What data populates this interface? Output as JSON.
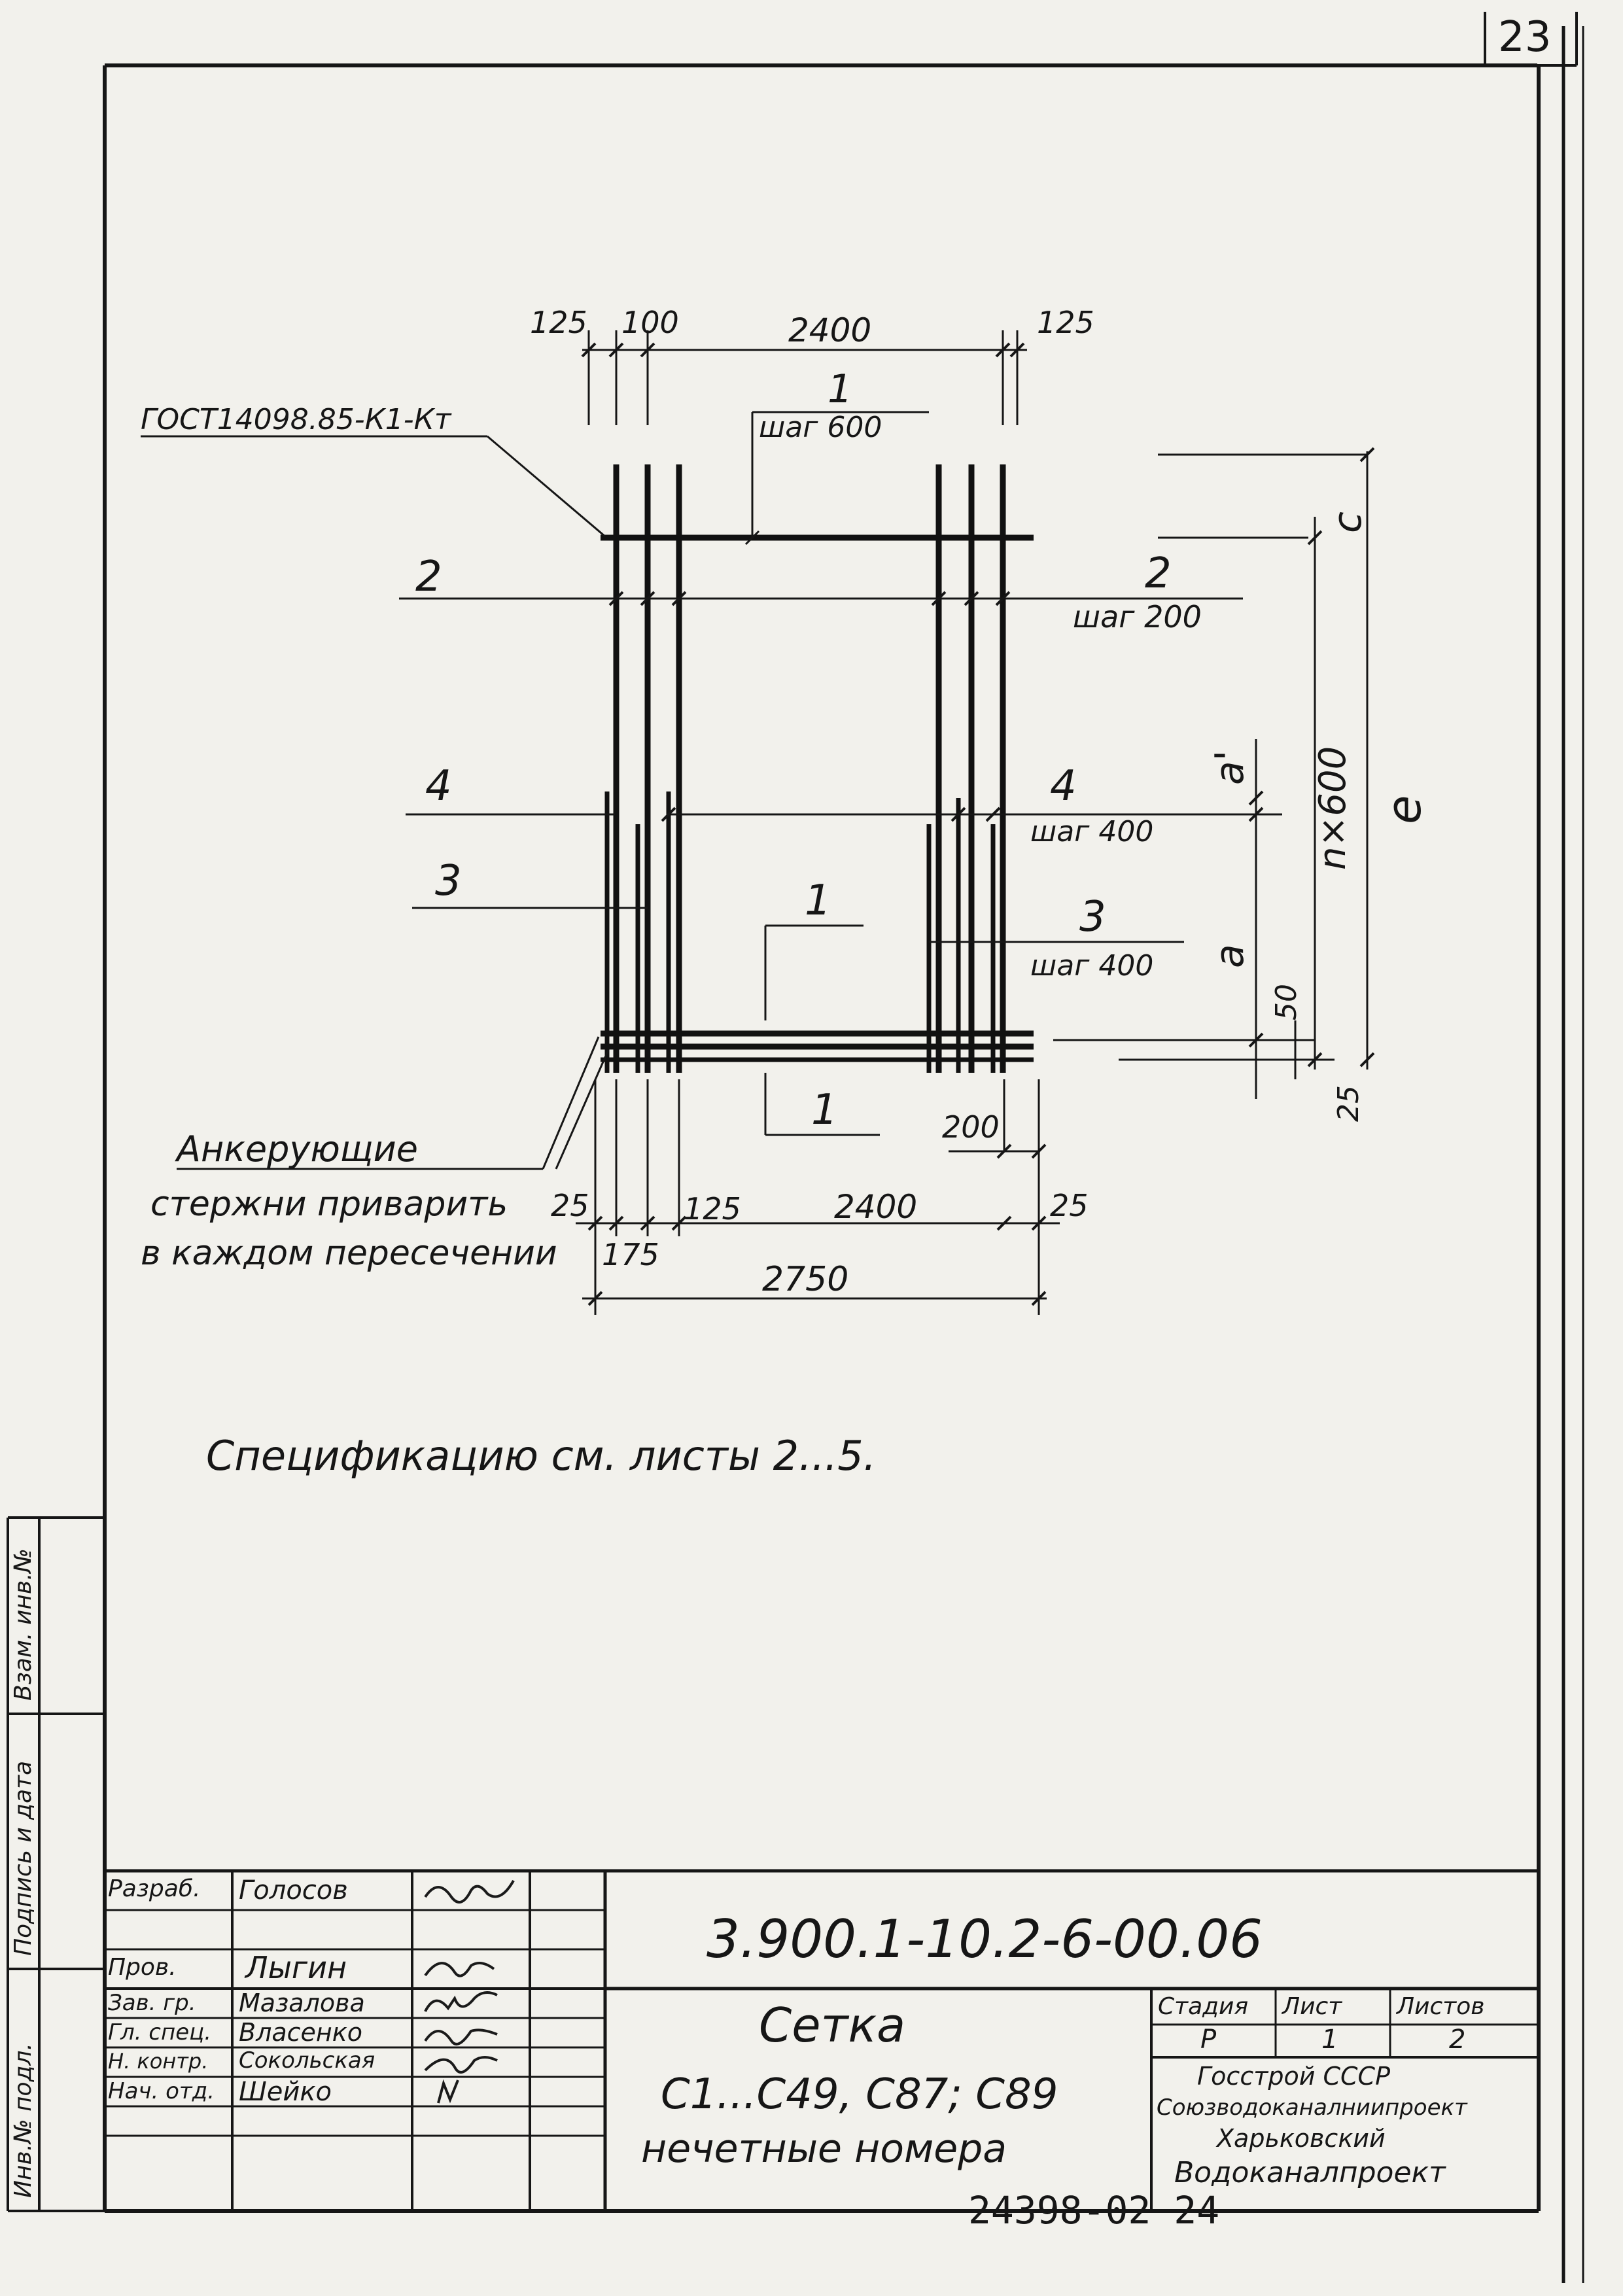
{
  "sheet_number": "23",
  "labels": {
    "gost": "ГОСТ14098.85-К1-Кт",
    "pos1_top": "1",
    "step600": "шаг 600",
    "pos2_left": "2",
    "pos2_right": "2",
    "step200": "шаг 200",
    "pos4_left": "4",
    "pos4_right": "4",
    "step400_a": "шаг 400",
    "pos3_left": "3",
    "pos3_right": "3",
    "step400_b": "шаг 400",
    "section_mark_upper": "1",
    "section_mark_lower": "1",
    "anchor_line1": "Анкерующие",
    "anchor_line2": "стержни приварить",
    "anchor_line3": "в каждом пересечении",
    "spec_note": "Спецификацию см. листы 2...5."
  },
  "dimensions": {
    "top_125_left": "125",
    "top_100": "100",
    "top_2400": "2400",
    "top_125_right": "125",
    "right_c": "c",
    "right_e": "e",
    "right_nx600": "n×600",
    "right_a_prime": "a'",
    "right_a": "a",
    "right_50": "50",
    "right_25": "25",
    "bottom_200": "200",
    "bottom_25_left": "25",
    "bottom_125": "125",
    "bottom_2400": "2400",
    "bottom_25_right": "25",
    "bottom_175": "175",
    "bottom_2750": "2750"
  },
  "side_stamp": {
    "inv_podl": "Инв.№ подл.",
    "podpis_data": "Подпись и дата",
    "vzam_inv": "Взам. инв.№"
  },
  "title_block": {
    "doc_code": "3.900.1-10.2-6-00.06",
    "rows": [
      {
        "role": "Разраб.",
        "name": "Голосов"
      },
      {
        "role": "Пров.",
        "name": "Лыгин"
      },
      {
        "role": "Зав. гр.",
        "name": "Мазалова"
      },
      {
        "role": "Гл. спец.",
        "name": "Власенко"
      },
      {
        "role": "Н. контр.",
        "name": "Сокольская"
      },
      {
        "role": "Нач. отд.",
        "name": "Шейко"
      }
    ],
    "title_line1": "Сетка",
    "title_line2": "С1...С49, С87; С89",
    "title_line3": "нечетные номера",
    "stage_header": "Стадия",
    "sheet_header": "Лист",
    "sheets_header": "Листов",
    "stage_value": "Р",
    "sheet_value": "1",
    "sheets_value": "2",
    "org_line1": "Госстрой СССР",
    "org_line2": "Союзводоканалниипроект",
    "org_line3": "Харьковский",
    "org_line4": "Водоканалпроект"
  },
  "footer_number": "24398-02   24"
}
